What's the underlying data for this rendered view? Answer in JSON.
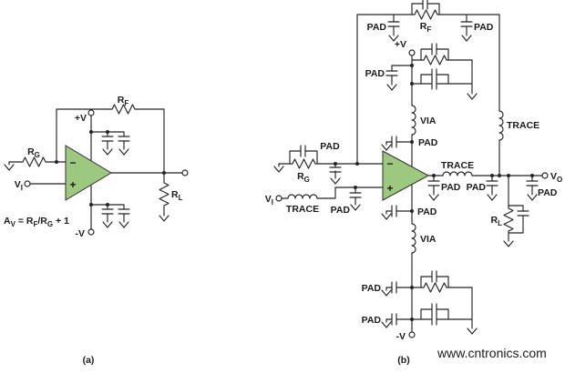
{
  "watermark": "www.cntronics.com",
  "watermark_color": "#8dc63f",
  "captions": {
    "a": "(a)",
    "b": "(b)"
  },
  "opamp": {
    "minus": "−",
    "plus": "+"
  },
  "supplies": {
    "pos": "+V",
    "neg": "-V"
  },
  "parts": {
    "r": "R",
    "v": "V",
    "sub_f": "F",
    "sub_g": "G",
    "sub_l": "L",
    "sub_i": "I",
    "sub_o": "O"
  },
  "parasitics": {
    "pad": "PAD",
    "via": "VIA",
    "trace": "TRACE"
  },
  "formula": {
    "p1": "A",
    "s1": "V",
    "p2": " = R",
    "s2": "F",
    "p3": "/R",
    "s3": "G",
    "p4": " + 1"
  }
}
